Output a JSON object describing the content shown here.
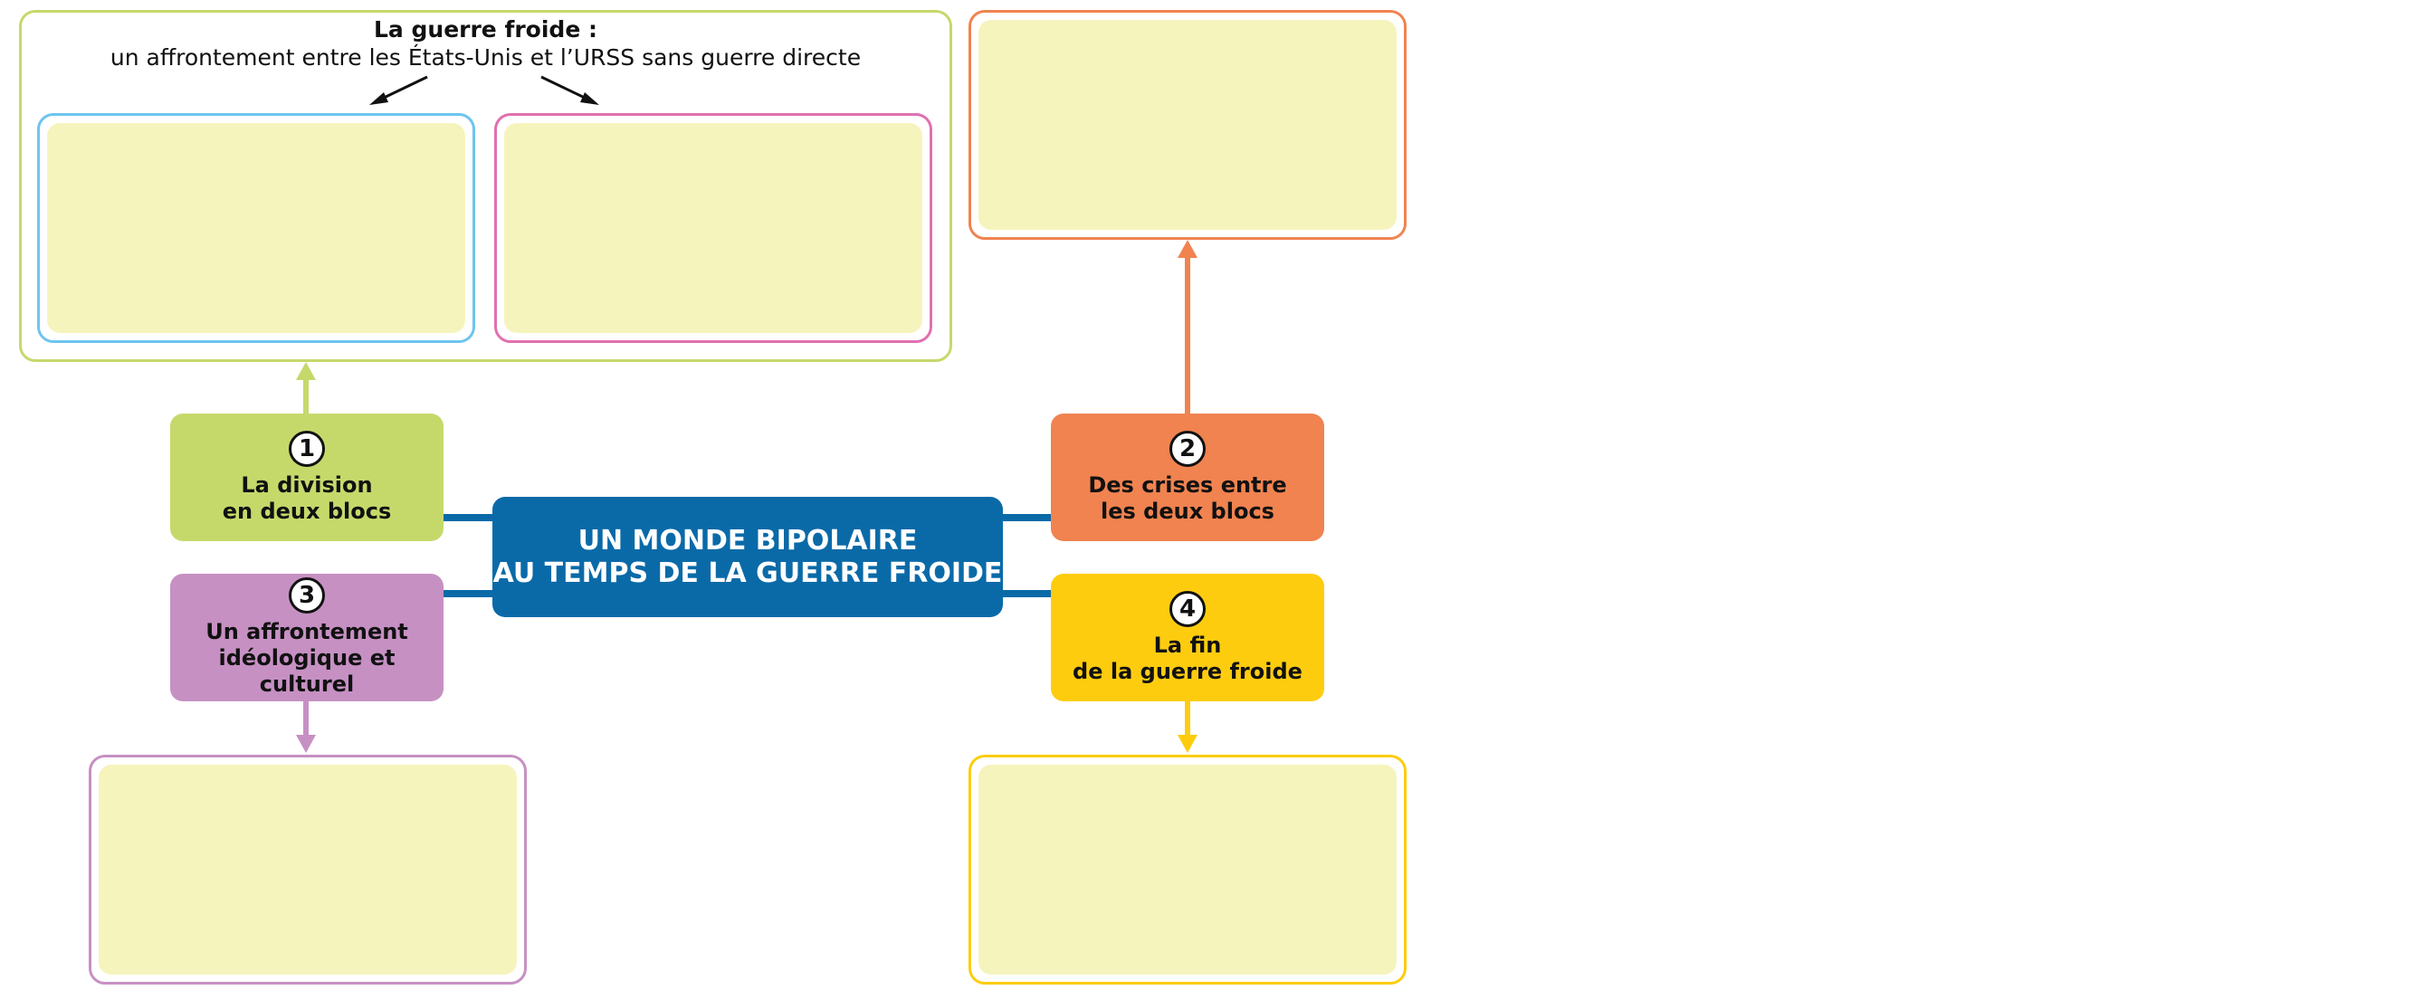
{
  "colors": {
    "green": "#c5d96b",
    "orange": "#f08350",
    "purple": "#c690c3",
    "yellow": "#fecc0f",
    "blue": "#0a6aa8",
    "light_blue": "#6ec4ee",
    "pink": "#e070b0",
    "fill": "#f6f4bd"
  },
  "center": {
    "label": "UN MONDE BIPOLAIRE\nAU TEMPS DE LA GUERRE FROIDE"
  },
  "header": {
    "title": "La guerre froide :",
    "subtitle": "un affrontement entre les États-Unis et l’URSS sans guerre directe"
  },
  "nodes": [
    {
      "number": "1",
      "label": "La division\nen deux blocs"
    },
    {
      "number": "2",
      "label": "Des crises entre\nles deux blocs"
    },
    {
      "number": "3",
      "label": "Un affrontement\nidéologique et culturel"
    },
    {
      "number": "4",
      "label": "La fin\nde la guerre froide"
    }
  ]
}
